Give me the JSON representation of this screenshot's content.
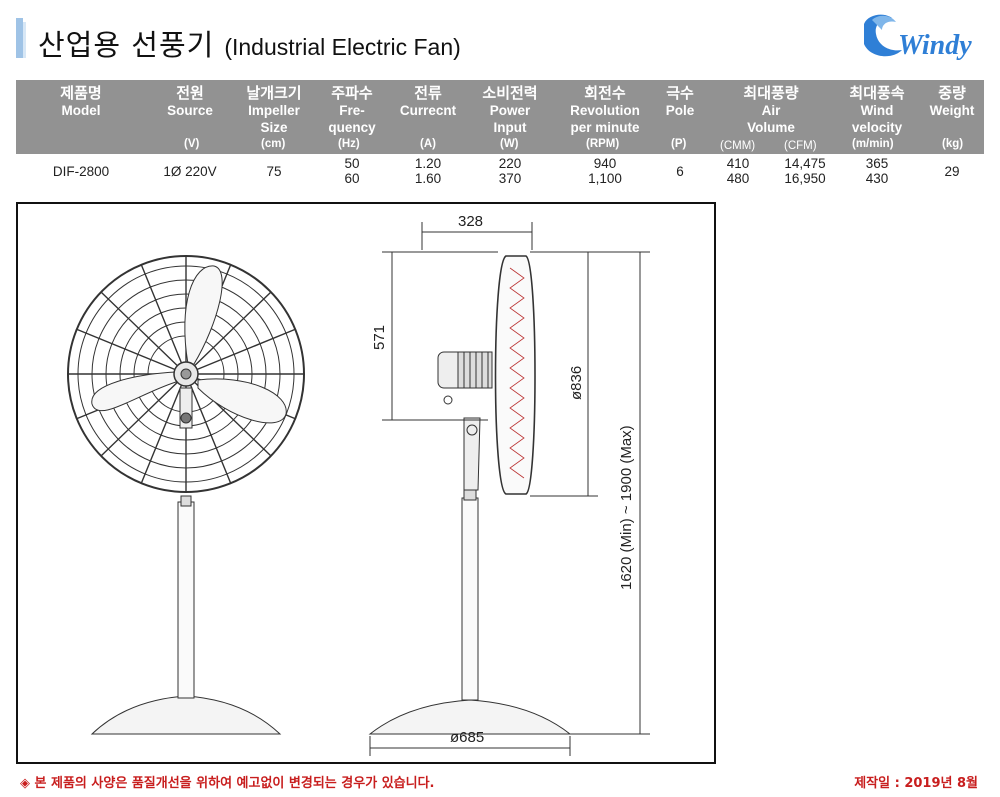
{
  "header": {
    "title_ko": "산업용 선풍기",
    "title_en": "(Industrial Electric Fan)",
    "logo_text": "Windy"
  },
  "spec": {
    "columns": [
      {
        "ko": "제품명",
        "en": "Model",
        "unit": ""
      },
      {
        "ko": "전원",
        "en": "Source",
        "unit": "(V)"
      },
      {
        "ko": "날개크기",
        "en": "Impeller Size",
        "unit": "(cm)"
      },
      {
        "ko": "주파수",
        "en": "Fre- quency",
        "unit": "(Hz)"
      },
      {
        "ko": "전류",
        "en": "Currecnt",
        "unit": "(A)"
      },
      {
        "ko": "소비전력",
        "en": "Power Input",
        "unit": "(W)"
      },
      {
        "ko": "회전수",
        "en": "Revolution per minute",
        "unit": "(RPM)"
      },
      {
        "ko": "극수",
        "en": "Pole",
        "unit": "(P)"
      },
      {
        "ko": "최대풍량",
        "en": "Air Volume",
        "unit_a": "(CMM)",
        "unit_b": "(CFM)"
      },
      {
        "ko": "최대풍속",
        "en": "Wind velocity",
        "unit": "(m/min)"
      },
      {
        "ko": "중량",
        "en": "Weight",
        "unit": "(kg)"
      }
    ],
    "row": {
      "model": "DIF-2800",
      "source": "1Ø 220V",
      "impeller": "75",
      "freq": [
        "50",
        "60"
      ],
      "current": [
        "1.20",
        "1.60"
      ],
      "power": [
        "220",
        "370"
      ],
      "rpm": [
        "940",
        "1,100"
      ],
      "pole": "6",
      "cmm": [
        "410",
        "480"
      ],
      "cfm": [
        "14,475",
        "16,950"
      ],
      "velocity": [
        "365",
        "430"
      ],
      "weight": "29"
    }
  },
  "drawing": {
    "dim_depth": "328",
    "dim_head": "571",
    "dim_diameter": "ø836",
    "dim_height": "1620 (Min) ~ 1900 (Max)",
    "dim_base": "ø685"
  },
  "footer": {
    "notice": "◈ 본 제품의 사양은 품질개선을 위하여 예고없이 변경되는 경우가 있습니다.",
    "date": "제작일 : 2019년 8월"
  },
  "colors": {
    "header_bg": "#929292",
    "accent_bar": "#9fc3e6",
    "notice_red": "#c81e1e",
    "logo_blue": "#2f7fd6"
  }
}
